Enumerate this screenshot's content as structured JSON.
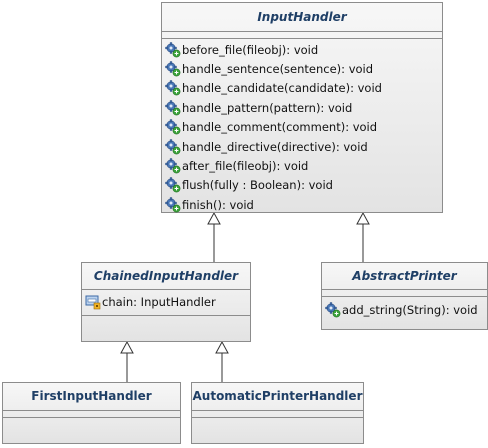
{
  "classes": {
    "input_handler": {
      "name": "InputHandler",
      "methods": [
        "before_file(fileobj): void",
        "handle_sentence(sentence): void",
        "handle_candidate(candidate): void",
        "handle_pattern(pattern): void",
        "handle_comment(comment): void",
        "handle_directive(directive): void",
        "after_file(fileobj): void",
        "flush(fully : Boolean): void",
        "finish(): void"
      ]
    },
    "chained_input_handler": {
      "name": "ChainedInputHandler",
      "fields": [
        "chain: InputHandler"
      ]
    },
    "abstract_printer": {
      "name": "AbstractPrinter",
      "methods": [
        "add_string(String): void"
      ]
    },
    "first_input_handler": {
      "name": "FirstInputHandler"
    },
    "automatic_printer_handler": {
      "name": "AutomaticPrinterHandler"
    }
  },
  "icons": {
    "method": "method-gear-icon",
    "field": "field-icon"
  }
}
